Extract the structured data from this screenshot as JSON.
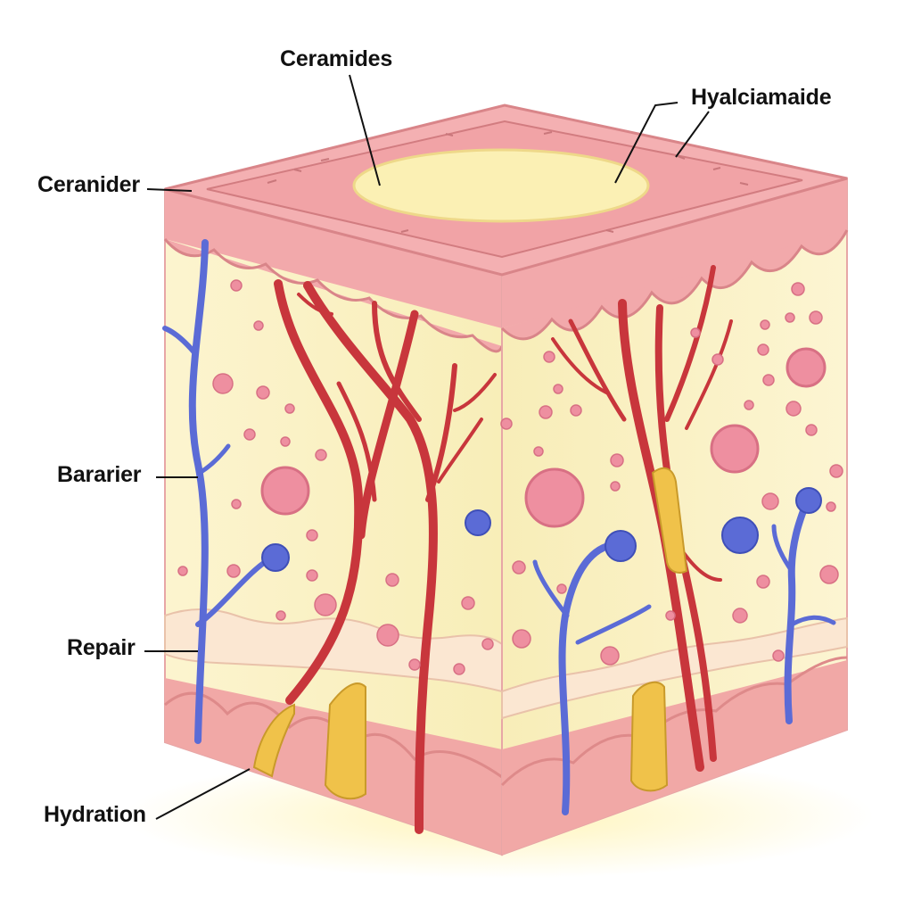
{
  "labels": {
    "ceramides": "Ceramides",
    "hyalciamaide": "Hyalciamaide",
    "ceranider": "Ceranider",
    "bararier": "Bararier",
    "repair": "Repair",
    "hydration": "Hydration"
  },
  "colors": {
    "epidermis": "#f2a7aa",
    "epidermis_dark": "#e08a8e",
    "dermis": "#fbf3c8",
    "artery": "#c8363c",
    "vein": "#5b6bd6",
    "fat": "#f0c24a",
    "cell_pink": "#ee8fa0",
    "cell_blue": "#5b6bd6",
    "top_pad": "#fbf0b4"
  }
}
